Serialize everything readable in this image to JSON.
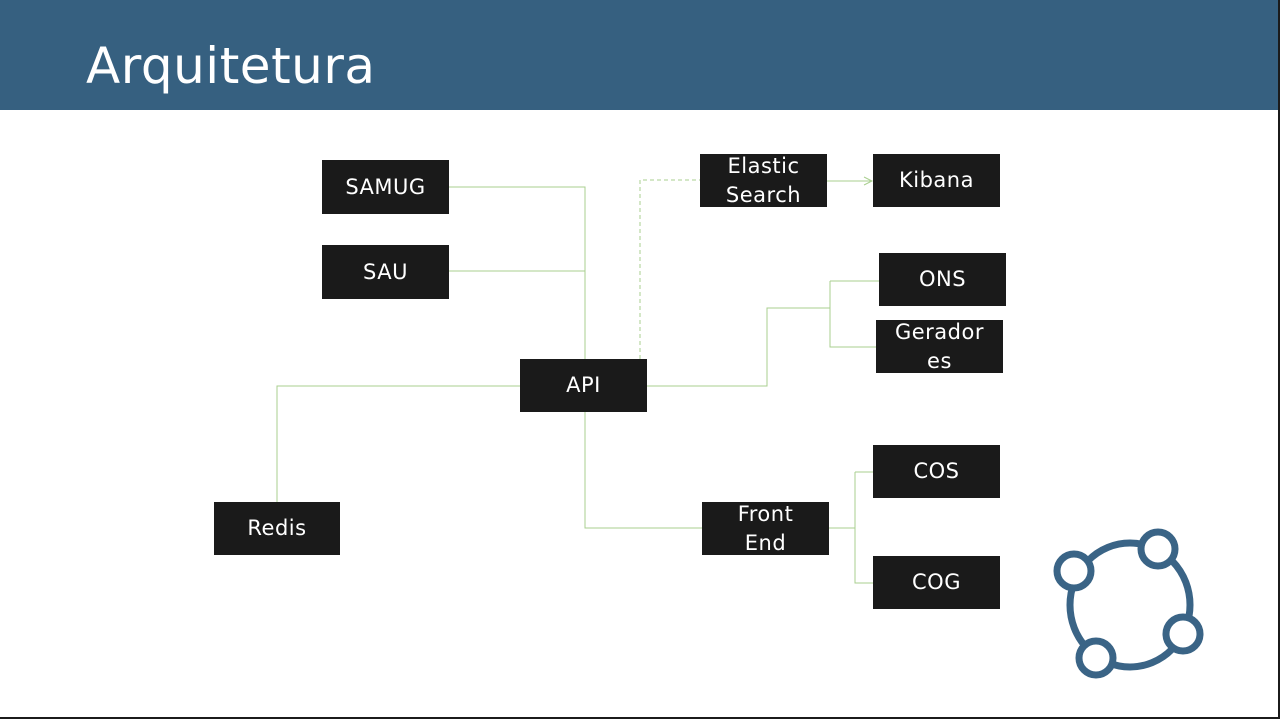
{
  "slide": {
    "title": "Arquitetura"
  },
  "nodes": {
    "samug": "SAMUG",
    "sau": "SAU",
    "api": "API",
    "redis": "Redis",
    "elastic": "Elastic\nSearch",
    "kibana": "Kibana",
    "ons": "ONS",
    "geradores": "Gerador\nes",
    "frontend": "Front\nEnd",
    "cos": "COS",
    "cog": "COG"
  },
  "colors": {
    "header": "#366080",
    "box": "#1a1a1a",
    "connector": "#a9cf8f",
    "logo": "#3a6486"
  },
  "logo": {
    "icon": "circular-network-icon"
  }
}
